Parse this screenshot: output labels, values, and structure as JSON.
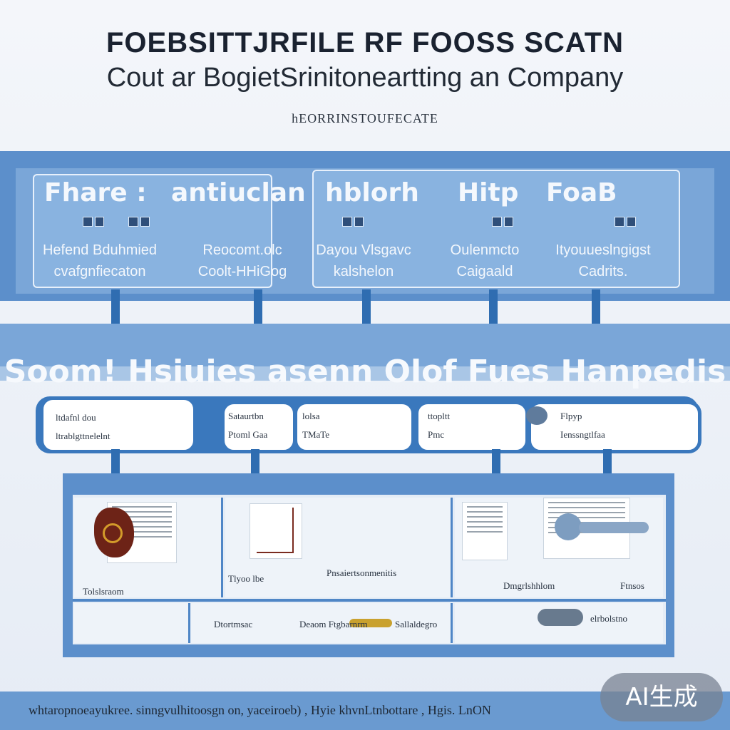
{
  "header": {
    "title": "FOEBSITTJRFILE RF FOOSS SCATN",
    "subtitle": "Cout ar BogietSrinitoneartting an Company",
    "tagline": "hEORRINSTOUFECATE"
  },
  "top_cards": [
    {
      "heading": "Fhare :",
      "lines": [
        "Hefend Bduhmied",
        "cvafgnfiecaton"
      ]
    },
    {
      "heading": "antiuclan",
      "lines": [
        "Reocomt.olc",
        "Coolt-HHiGog"
      ]
    },
    {
      "heading": "hblorh",
      "lines": [
        "Dayou Vlsgavc",
        "kalshelon"
      ]
    },
    {
      "heading": "Hitp",
      "lines": [
        "Oulenmcto",
        "Caigaald"
      ]
    },
    {
      "heading": "FoaB",
      "lines": [
        "Ityouueslngigst",
        "Cadrits."
      ]
    }
  ],
  "mid_heading": "Soom! Hsiuies asenn Olof   Fues Hanpedis",
  "pills": [
    {
      "lines": [
        "ltdafnl dou",
        "ltrablgttnelelnt"
      ]
    },
    {
      "lines": [
        "Sataurtbn",
        "Ptoml Gaa"
      ]
    },
    {
      "lines": [
        "lolsa",
        "TMaTe"
      ]
    },
    {
      "lines": [
        "ttopltt",
        "Pmc"
      ]
    },
    {
      "lines": [
        "Flpyp",
        "Ienssngtlfaa"
      ]
    }
  ],
  "panel_top": [
    {
      "caption": "Tolslsraom"
    },
    {
      "caption": "Tlyoo lbe"
    },
    {
      "caption": "Pnsaiertsonmenitis"
    },
    {
      "caption": "Dmgrlshhlom"
    },
    {
      "caption": "Ftnsos"
    }
  ],
  "panel_bottom": [
    {
      "caption": "Dtortmsac"
    },
    {
      "caption": "Deaom Ftgbarnrm"
    },
    {
      "caption": "Sallaldegro"
    },
    {
      "caption": "elrbolstno"
    }
  ],
  "footer": "whtaropnoeayukree. sinngvulhitoosgn on, yaceiroeb) , Hyie khvnLtnbottare , Hgis. LnON",
  "badge": "AI生成",
  "colors": {
    "accent": "#3a78bd",
    "band": "#5c8fcb",
    "light_band": "#7aa6d8"
  }
}
